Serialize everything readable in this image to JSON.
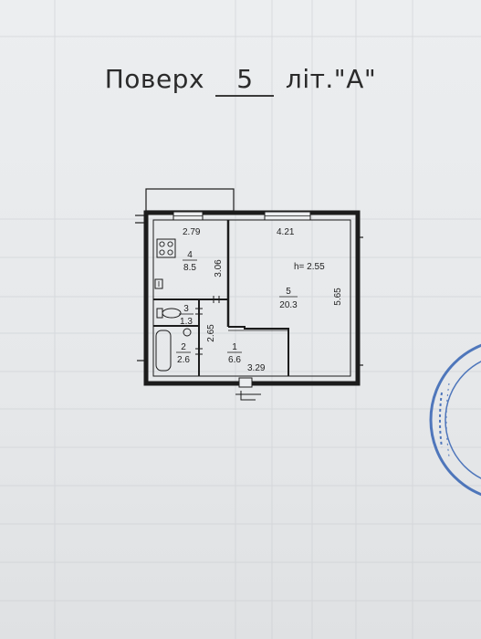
{
  "header": {
    "prefix": "Поверх",
    "floor": "5",
    "suffix": "літ.\"А\""
  },
  "plan": {
    "ceiling_height": "h= 2.55",
    "rooms": [
      {
        "number": "1",
        "area": "6.6"
      },
      {
        "number": "2",
        "area": "2.6"
      },
      {
        "number": "3",
        "area": "1.3"
      },
      {
        "number": "4",
        "area": "8.5"
      },
      {
        "number": "5",
        "area": "20.3"
      }
    ],
    "dimensions": {
      "kitchen_width": "2.79",
      "kitchen_depth": "3.06",
      "room_width": "4.21",
      "room_depth": "5.65",
      "hall_depth": "2.65",
      "hall_width": "3.29"
    }
  },
  "colors": {
    "paper": "#e9eaec",
    "ink": "#1f1f1f",
    "stamp": "#2a5bb0"
  }
}
